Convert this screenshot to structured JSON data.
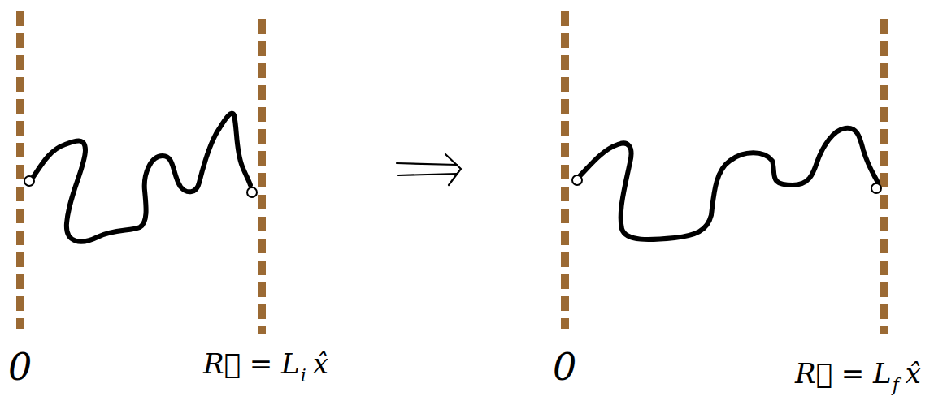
{
  "diagram": {
    "labels": [
      "0",
      "R⃗ = L",
      "i",
      "x̂",
      "0",
      "R⃗ = L",
      "f",
      "x̂"
    ]
  }
}
